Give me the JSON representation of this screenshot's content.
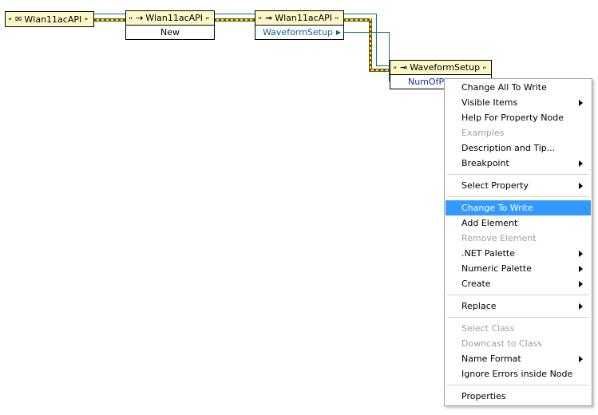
{
  "diagram": {
    "node1": {
      "title": "Wlan11acAPI"
    },
    "node2": {
      "title": "Wlan11acAPI",
      "row": "New"
    },
    "node3": {
      "title": "Wlan11acAPI",
      "row": "WaveformSetup"
    },
    "node4": {
      "title": "WaveformSetup",
      "row": "NumOfP"
    }
  },
  "colors": {
    "header_bg": "#fbf8c6",
    "property_text": "#0c5f8f",
    "selected_bg": "#3399ff",
    "disabled_text": "#a0a0a0",
    "wire_yellow": "#f0e36c",
    "wire_dark": "#6f5a00",
    "error_wire": "#1a6f6f"
  },
  "icons": {
    "refnum": "dotnet-refnum-icon",
    "invoke": "invoke-arrow-icon",
    "property": "property-node-icon"
  },
  "context_menu": {
    "items": [
      {
        "label": "Change All To Write",
        "submenu": false,
        "disabled": false
      },
      {
        "label": "Visible Items",
        "submenu": true,
        "disabled": false
      },
      {
        "label": "Help For Property Node",
        "submenu": false,
        "disabled": false
      },
      {
        "label": "Examples",
        "submenu": false,
        "disabled": true
      },
      {
        "label": "Description and Tip...",
        "submenu": false,
        "disabled": false
      },
      {
        "label": "Breakpoint",
        "submenu": true,
        "disabled": false
      },
      {
        "label": "Select Property",
        "submenu": true,
        "disabled": false
      },
      {
        "label": "Change To Write",
        "submenu": false,
        "disabled": false,
        "selected": true
      },
      {
        "label": "Add Element",
        "submenu": false,
        "disabled": false
      },
      {
        "label": "Remove Element",
        "submenu": false,
        "disabled": true
      },
      {
        "label": ".NET Palette",
        "submenu": true,
        "disabled": false
      },
      {
        "label": "Numeric Palette",
        "submenu": true,
        "disabled": false
      },
      {
        "label": "Create",
        "submenu": true,
        "disabled": false
      },
      {
        "label": "Replace",
        "submenu": true,
        "disabled": false
      },
      {
        "label": "Select Class",
        "submenu": false,
        "disabled": true
      },
      {
        "label": "Downcast to Class",
        "submenu": false,
        "disabled": true
      },
      {
        "label": "Name Format",
        "submenu": true,
        "disabled": false
      },
      {
        "label": "Ignore Errors inside Node",
        "submenu": false,
        "disabled": false
      },
      {
        "label": "Properties",
        "submenu": false,
        "disabled": false
      }
    ]
  }
}
